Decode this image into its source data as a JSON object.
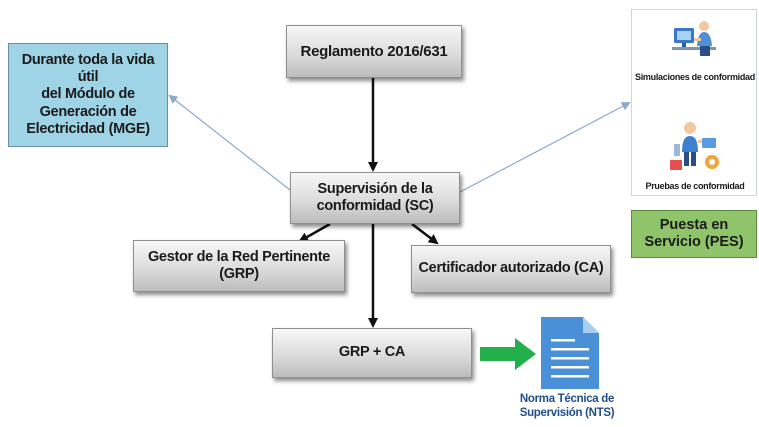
{
  "boxes": {
    "reglamento": "Reglamento 2016/631",
    "durante_line1": "Durante toda la vida útil",
    "durante_line2": "del Módulo de",
    "durante_line3": "Generación de",
    "durante_line4": "Electricidad (MGE)",
    "supervision_line1": "Supervisión de la",
    "supervision_line2": "conformidad (SC)",
    "gestor_line1": "Gestor de la Red Pertinente",
    "gestor_line2": "(GRP)",
    "certificador": "Certificador autorizado (CA)",
    "grp_ca": "GRP + CA"
  },
  "panel": {
    "simulaciones_label": "Simulaciones de conformidad",
    "simulaciones_icon": "computer-user-icon",
    "pruebas_label": "Pruebas de conformidad",
    "pruebas_icon": "engineer-test-icon"
  },
  "pes": {
    "line1": "Puesta en",
    "line2": "Servicio (PES)"
  },
  "document": {
    "icon": "document-icon",
    "line1": "Norma Técnica de",
    "line2": "Supervisión (NTS)"
  },
  "colors": {
    "durante_fill": "#9fd4e6",
    "pes_fill": "#8fc46a",
    "green_arrow": "#22b04b",
    "document_blue": "#4a90d9",
    "thin_arrow": "#8da9cf"
  }
}
